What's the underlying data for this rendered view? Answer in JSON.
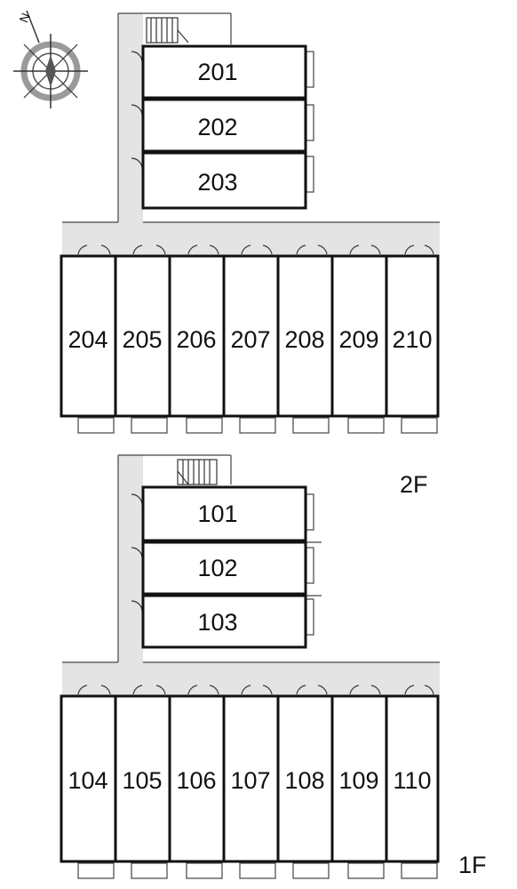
{
  "compass": {
    "icon": "compass-rose-icon",
    "north_mark": "N"
  },
  "floors": [
    {
      "label": "2F",
      "units": [
        "201",
        "202",
        "203",
        "204",
        "205",
        "206",
        "207",
        "208",
        "209",
        "210"
      ]
    },
    {
      "label": "1F",
      "units": [
        "101",
        "102",
        "103",
        "104",
        "105",
        "106",
        "107",
        "108",
        "109",
        "110"
      ]
    }
  ]
}
